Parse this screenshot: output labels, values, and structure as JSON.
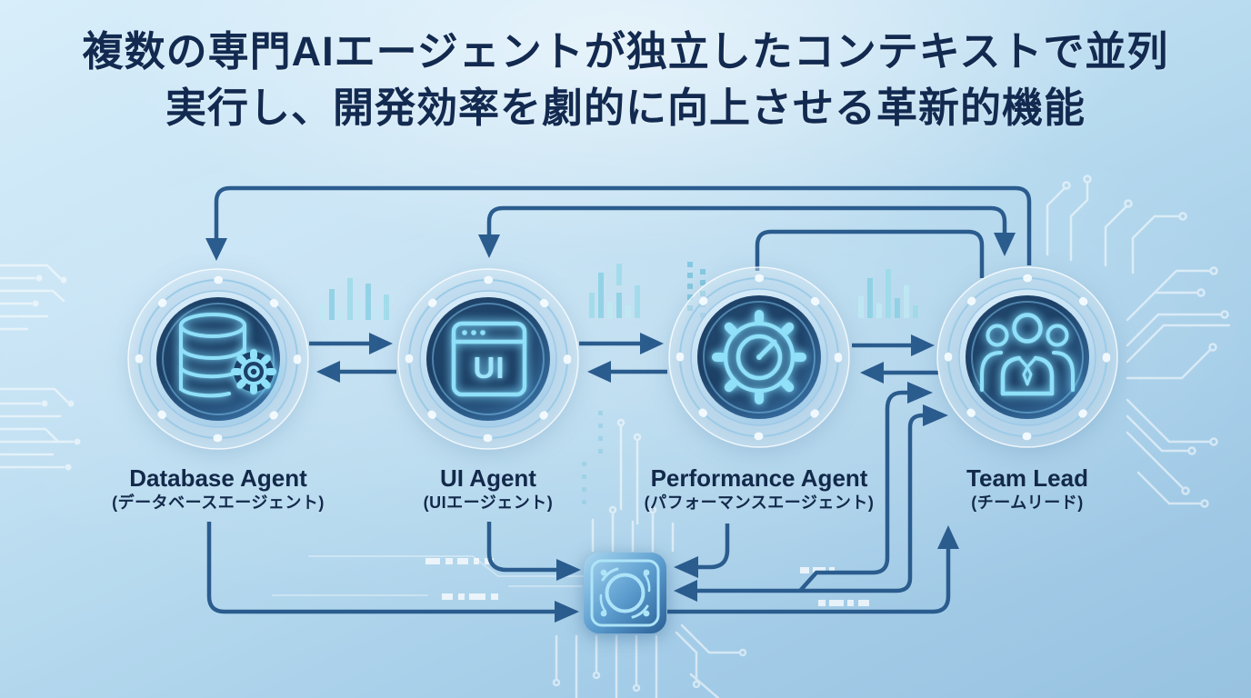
{
  "title": {
    "line1": "複数の専門AIエージェントが独立したコンテキストで並列",
    "line2": "実行し、開発効率を劇的に向上させる革新的機能"
  },
  "agents": [
    {
      "name_en": "Database Agent",
      "name_ja": "(データベースエージェント)",
      "icon": "database-gear-icon"
    },
    {
      "name_en": "UI Agent",
      "name_ja": "(UIエージェント)",
      "icon": "browser-window-icon",
      "icon_text": "UI"
    },
    {
      "name_en": "Performance Agent",
      "name_ja": "(パフォーマンスエージェント)",
      "icon": "gauge-gear-icon"
    },
    {
      "name_en": "Team Lead",
      "name_ja": "(チームリード)",
      "icon": "team-people-icon"
    }
  ],
  "hub": {
    "icon": "processor-chip-icon"
  },
  "colors": {
    "background_top": "#d8eefa",
    "background_bottom": "#96c2e0",
    "connector": "#2b5c8e",
    "title_text": "#132a50",
    "label_text": "#13294a",
    "node_dark_circle": "#1d4066",
    "icon_glow": "#8fe0f8",
    "ring": "#9ccbe7",
    "chip_blue": "#2f6da6",
    "circuit_trace": "#ffffff"
  }
}
